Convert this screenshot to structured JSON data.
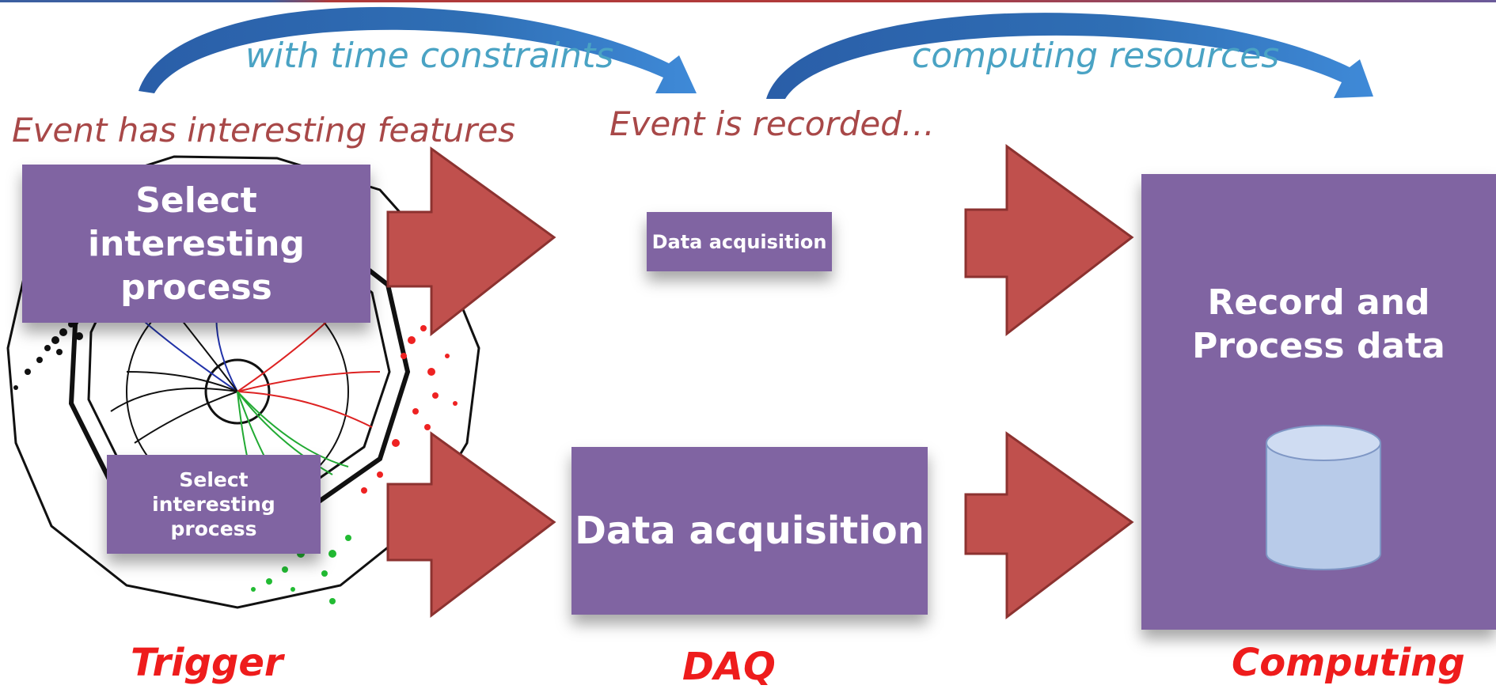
{
  "captions": {
    "time_constraints": "with time constraints",
    "computing_resources": "computing resources",
    "interesting_features": "Event has interesting features",
    "recorded": "Event is recorded…"
  },
  "boxes": {
    "select_large": "Select interesting process",
    "select_small": "Select interesting process",
    "daq_small": "Data acquisition",
    "daq_large": "Data acquisition",
    "record_process": "Record and Process data"
  },
  "stages": {
    "trigger": "Trigger",
    "daq": "DAQ",
    "computing": "Computing"
  },
  "colors": {
    "box": "#8064a2",
    "flow_arrow": "#c0504d",
    "curved_arrow": "#2f6fb5",
    "stage_label": "#ee1c1c",
    "caption_blue": "#4aa3c4",
    "caption_red": "#a84848",
    "database": "#b8cbe9"
  },
  "icons": [
    "event-display-image",
    "flow-arrow",
    "curved-arrow",
    "database-icon"
  ]
}
